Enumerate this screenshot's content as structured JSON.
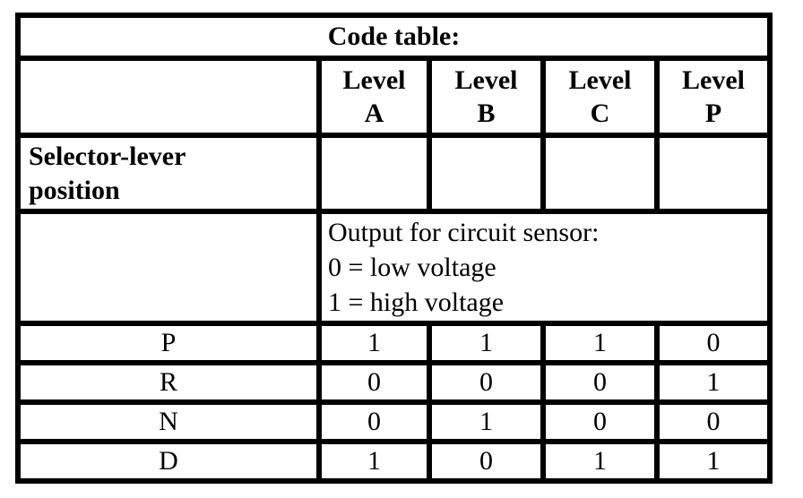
{
  "colors": {
    "text": "#000000",
    "border": "#000000",
    "background": "#ffffff"
  },
  "table": {
    "title": "Code table:",
    "column_headers": [
      {
        "top": "Level",
        "bottom": "A"
      },
      {
        "top": "Level",
        "bottom": "B"
      },
      {
        "top": "Level",
        "bottom": "C"
      },
      {
        "top": "Level",
        "bottom": "P"
      }
    ],
    "row_header": "Selector-lever position",
    "legend": [
      "Output for circuit sensor:",
      "0 = low voltage",
      "1 = high voltage"
    ],
    "rows": [
      {
        "position": "P",
        "values": [
          "1",
          "1",
          "1",
          "0"
        ]
      },
      {
        "position": "R",
        "values": [
          "0",
          "0",
          "0",
          "1"
        ]
      },
      {
        "position": "N",
        "values": [
          "0",
          "1",
          "0",
          "0"
        ]
      },
      {
        "position": "D",
        "values": [
          "1",
          "0",
          "1",
          "1"
        ]
      }
    ]
  }
}
